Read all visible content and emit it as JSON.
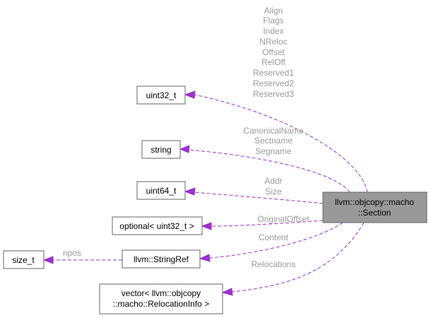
{
  "nodes": {
    "section_line1": "llvm::objcopy::macho",
    "section_line2": "::Section",
    "uint32": "uint32_t",
    "string": "string",
    "uint64": "uint64_t",
    "optional": "optional< uint32_t >",
    "stringref": "llvm::StringRef",
    "size_t": "size_t",
    "vector_line1": "vector< llvm::objcopy",
    "vector_line2": "::macho::RelocationInfo >"
  },
  "edges": {
    "uint32_members": [
      "Align",
      "Flags",
      "Index",
      "NReloc",
      "Offset",
      "RelOff",
      "Reserved1",
      "Reserved2",
      "Reserved3"
    ],
    "string_members": [
      "CanonicalName",
      "Sectname",
      "Segname"
    ],
    "uint64_members": [
      "Addr",
      "Size"
    ],
    "optional_member": "OriginalOffset",
    "stringref_member": "Content",
    "size_t_member": "npos",
    "vector_member": "Relocations"
  },
  "colors": {
    "edge": "#9a32cd",
    "focus_fill": "#999999",
    "label": "#9a9a9a"
  }
}
